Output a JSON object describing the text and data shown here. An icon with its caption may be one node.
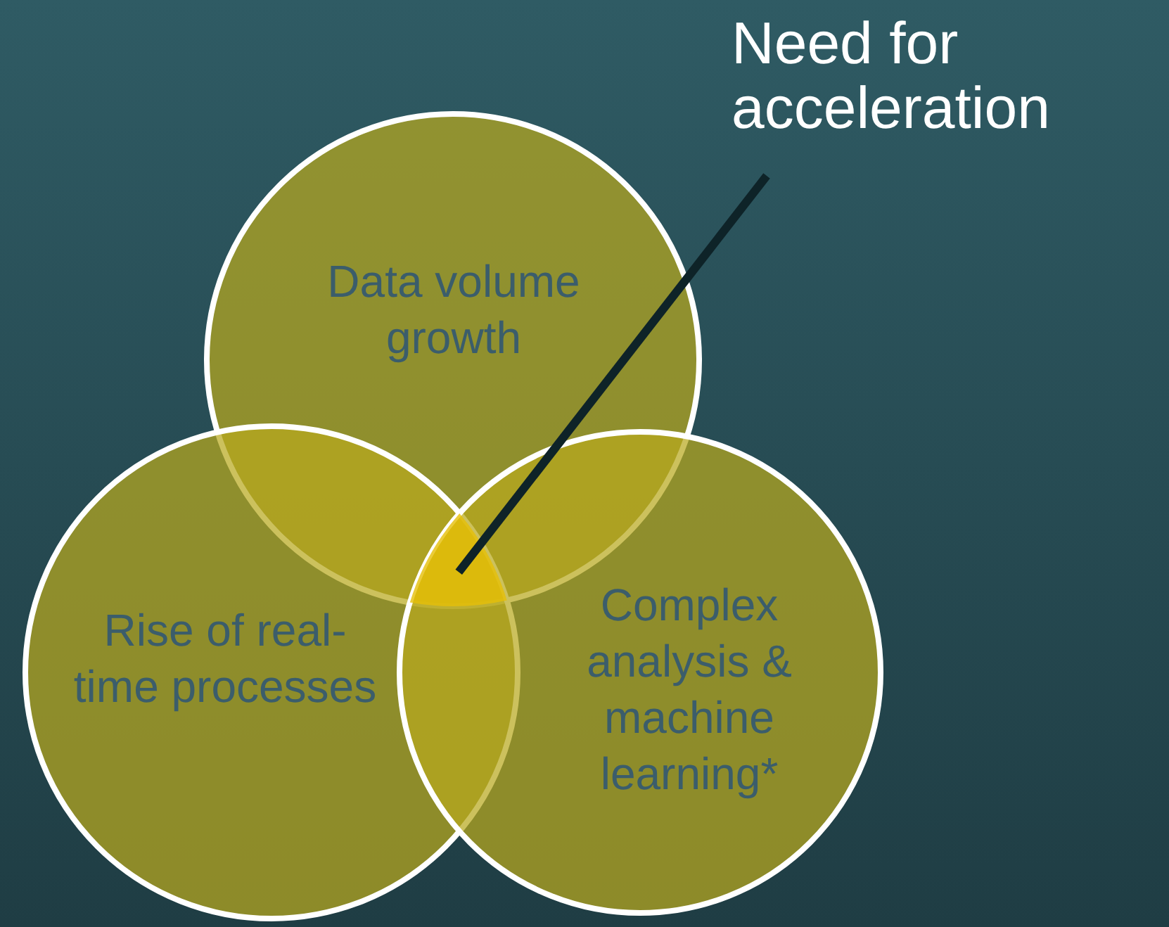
{
  "diagram": {
    "nodes": [
      {
        "text": [
          "Data volume growth"
        ]
      },
      {
        "text": [
          "Rise of real-time processes"
        ]
      },
      {
        "text": [
          "Complex analysis & machine learning*"
        ]
      },
      {
        "text": [
          "Need for acceleration"
        ]
      },
      {
        "text": [],
        "shape": "triangle"
      }
    ],
    "edges": [
      {
        "from": 3,
        "to": 4,
        "arrow": "none"
      }
    ]
  }
}
